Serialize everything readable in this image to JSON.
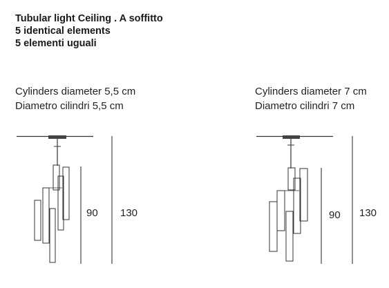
{
  "header": {
    "line1": "Tubular light Ceiling . A soffitto",
    "line2": "5 identical elements",
    "line3": "5 elementi uguali"
  },
  "left": {
    "caption_en": "Cylinders diameter 5,5 cm",
    "caption_it": "Diametro cilindri 5,5 cm",
    "dim_inner": "90",
    "dim_outer": "130"
  },
  "right": {
    "caption_en": "Cylinders diameter 7 cm",
    "caption_it": "Diametro cilindri 7 cm",
    "dim_inner": "90",
    "dim_outer": "130"
  }
}
